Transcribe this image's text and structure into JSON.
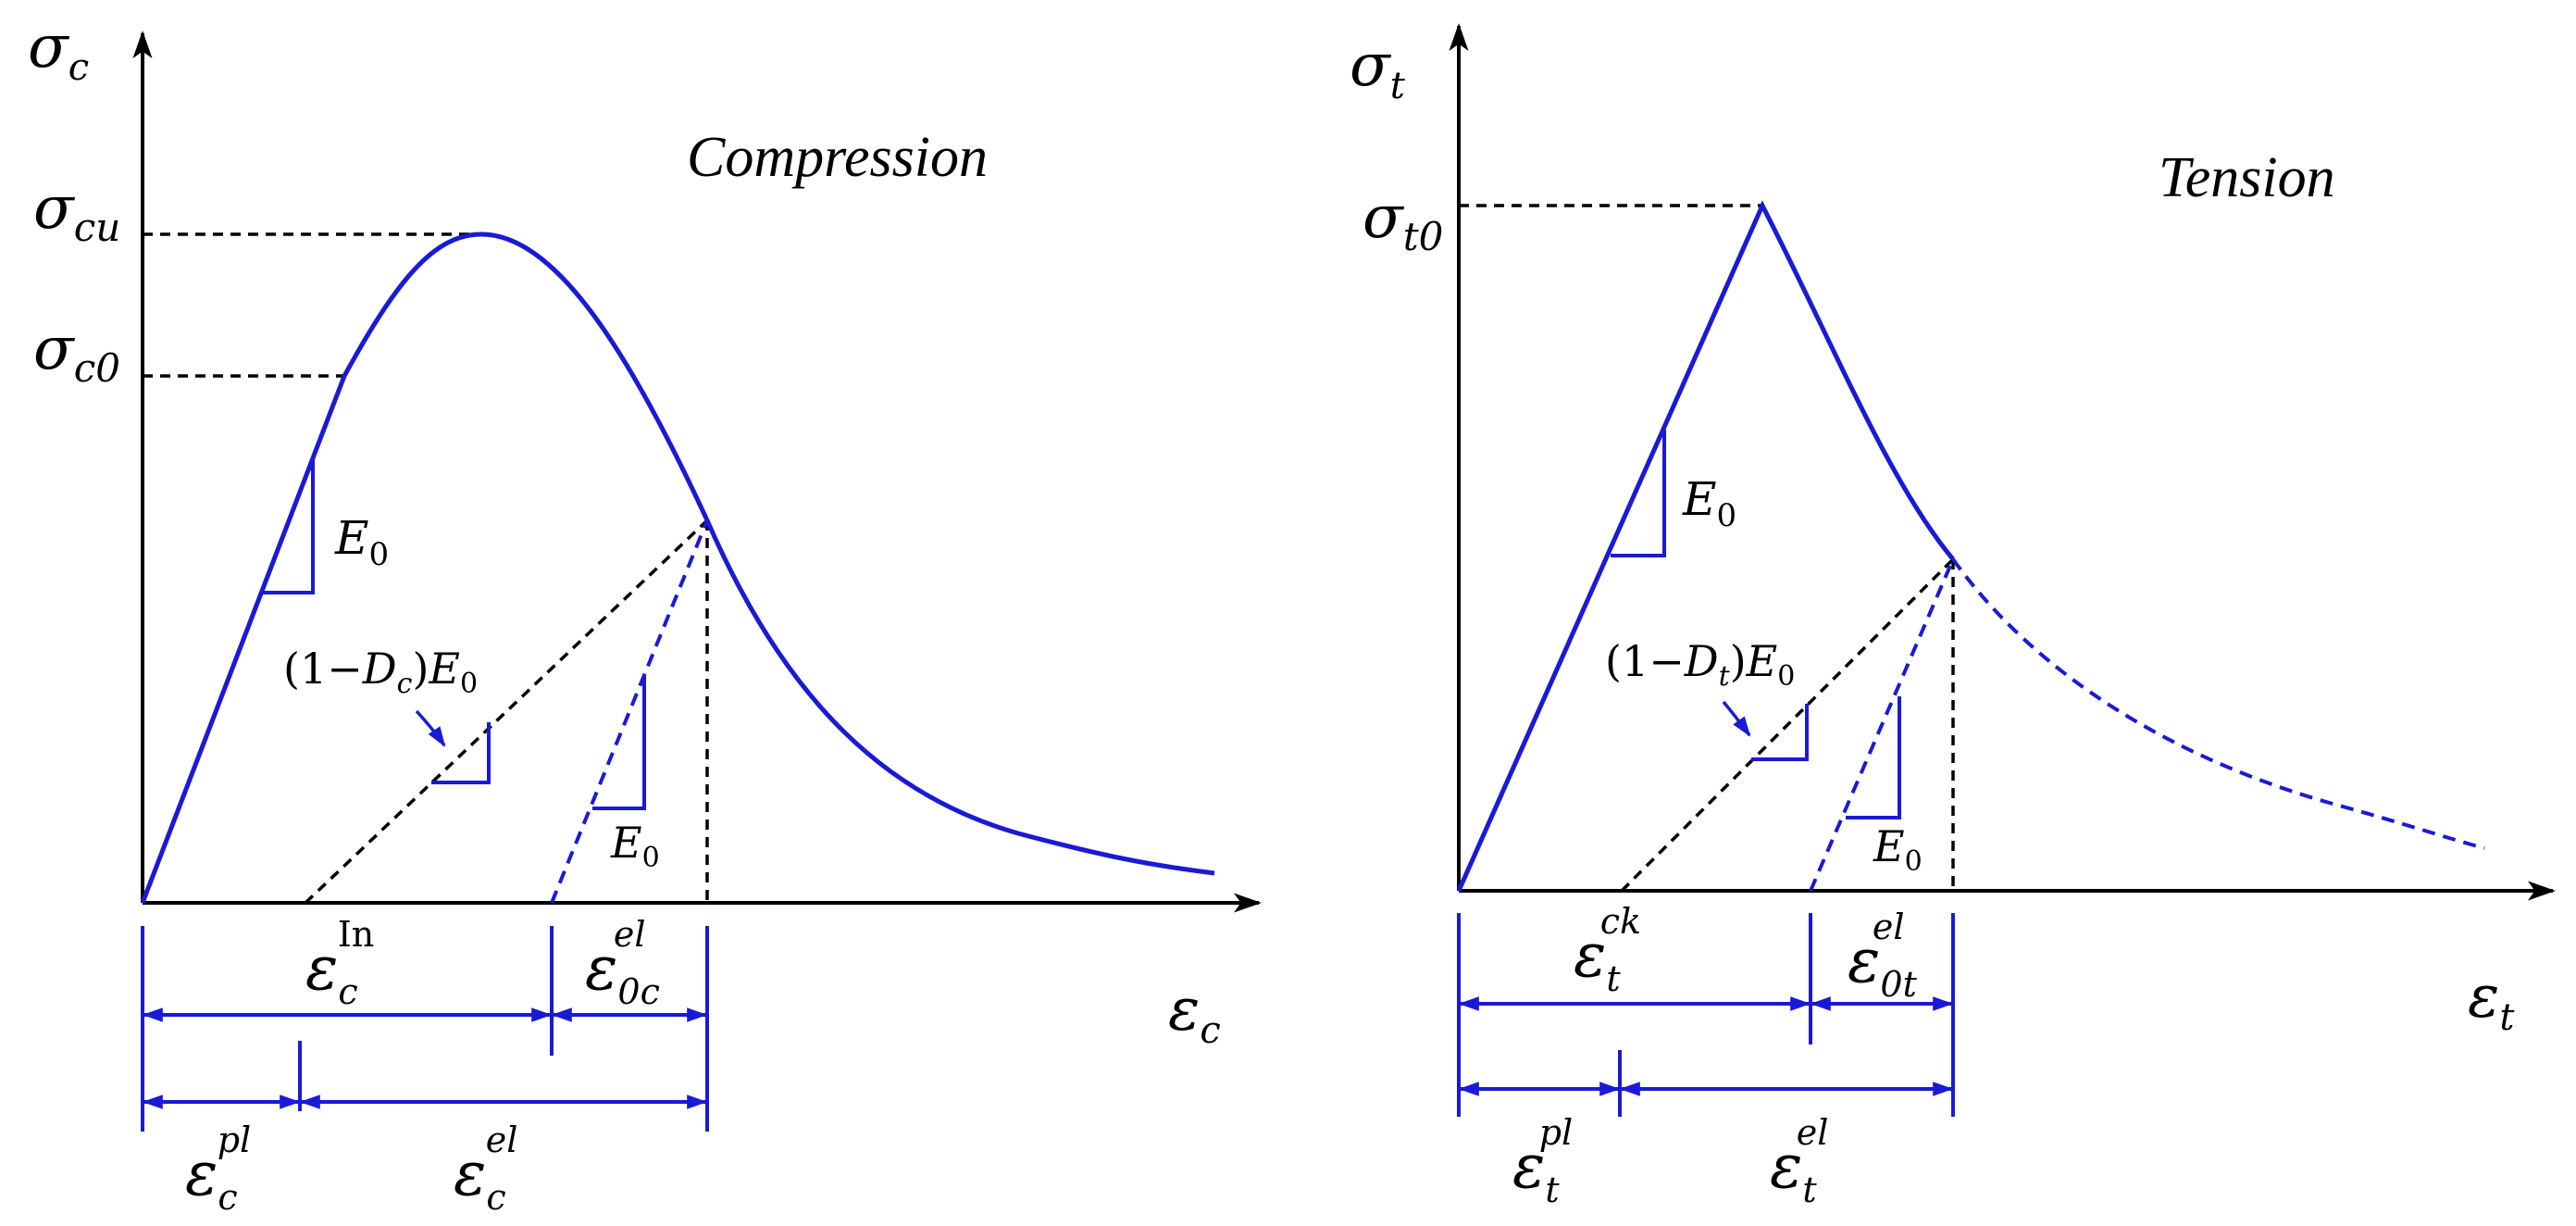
{
  "compression": {
    "title": "Compression",
    "y_axis": {
      "base": "σ",
      "sub": "c"
    },
    "x_axis": {
      "base": "ε",
      "sub": "c"
    },
    "peak_label": {
      "base": "σ",
      "sub": "cu"
    },
    "yield_label": {
      "base": "σ",
      "sub": "c0"
    },
    "modulus_label": {
      "base": "E",
      "sub": "0"
    },
    "damaged_modulus_label": {
      "pre": "(1−",
      "base": "D",
      "sub": "c",
      "post": ")",
      "E": "E",
      "Esub": "0"
    },
    "unload_modulus_label": {
      "base": "E",
      "sub": "0"
    },
    "inelastic_strain": {
      "base": "ε",
      "sub": "c",
      "sup": "In"
    },
    "elastic_strain_0": {
      "base": "ε",
      "sub": "0c",
      "sup": "el"
    },
    "plastic_strain": {
      "base": "ε",
      "sub": "c",
      "sup": "pl"
    },
    "elastic_strain": {
      "base": "ε",
      "sub": "c",
      "sup": "el"
    }
  },
  "tension": {
    "title": "Tension",
    "y_axis": {
      "base": "σ",
      "sub": "t"
    },
    "x_axis": {
      "base": "ε",
      "sub": "t"
    },
    "peak_label": {
      "base": "σ",
      "sub": "t0"
    },
    "modulus_label": {
      "base": "E",
      "sub": "0"
    },
    "damaged_modulus_label": {
      "pre": "(1−",
      "base": "D",
      "sub": "t",
      "post": ")",
      "E": "E",
      "Esub": "0"
    },
    "unload_modulus_label": {
      "base": "E",
      "sub": "0"
    },
    "cracking_strain": {
      "base": "ε",
      "sub": "t",
      "sup": "ck"
    },
    "elastic_strain_0": {
      "base": "ε",
      "sub": "0t",
      "sup": "el"
    },
    "plastic_strain": {
      "base": "ε",
      "sub": "t",
      "sup": "pl"
    },
    "elastic_strain": {
      "base": "ε",
      "sub": "t",
      "sup": "el"
    }
  },
  "colors": {
    "curve": "#1a1ad6",
    "guide": "#000000"
  }
}
